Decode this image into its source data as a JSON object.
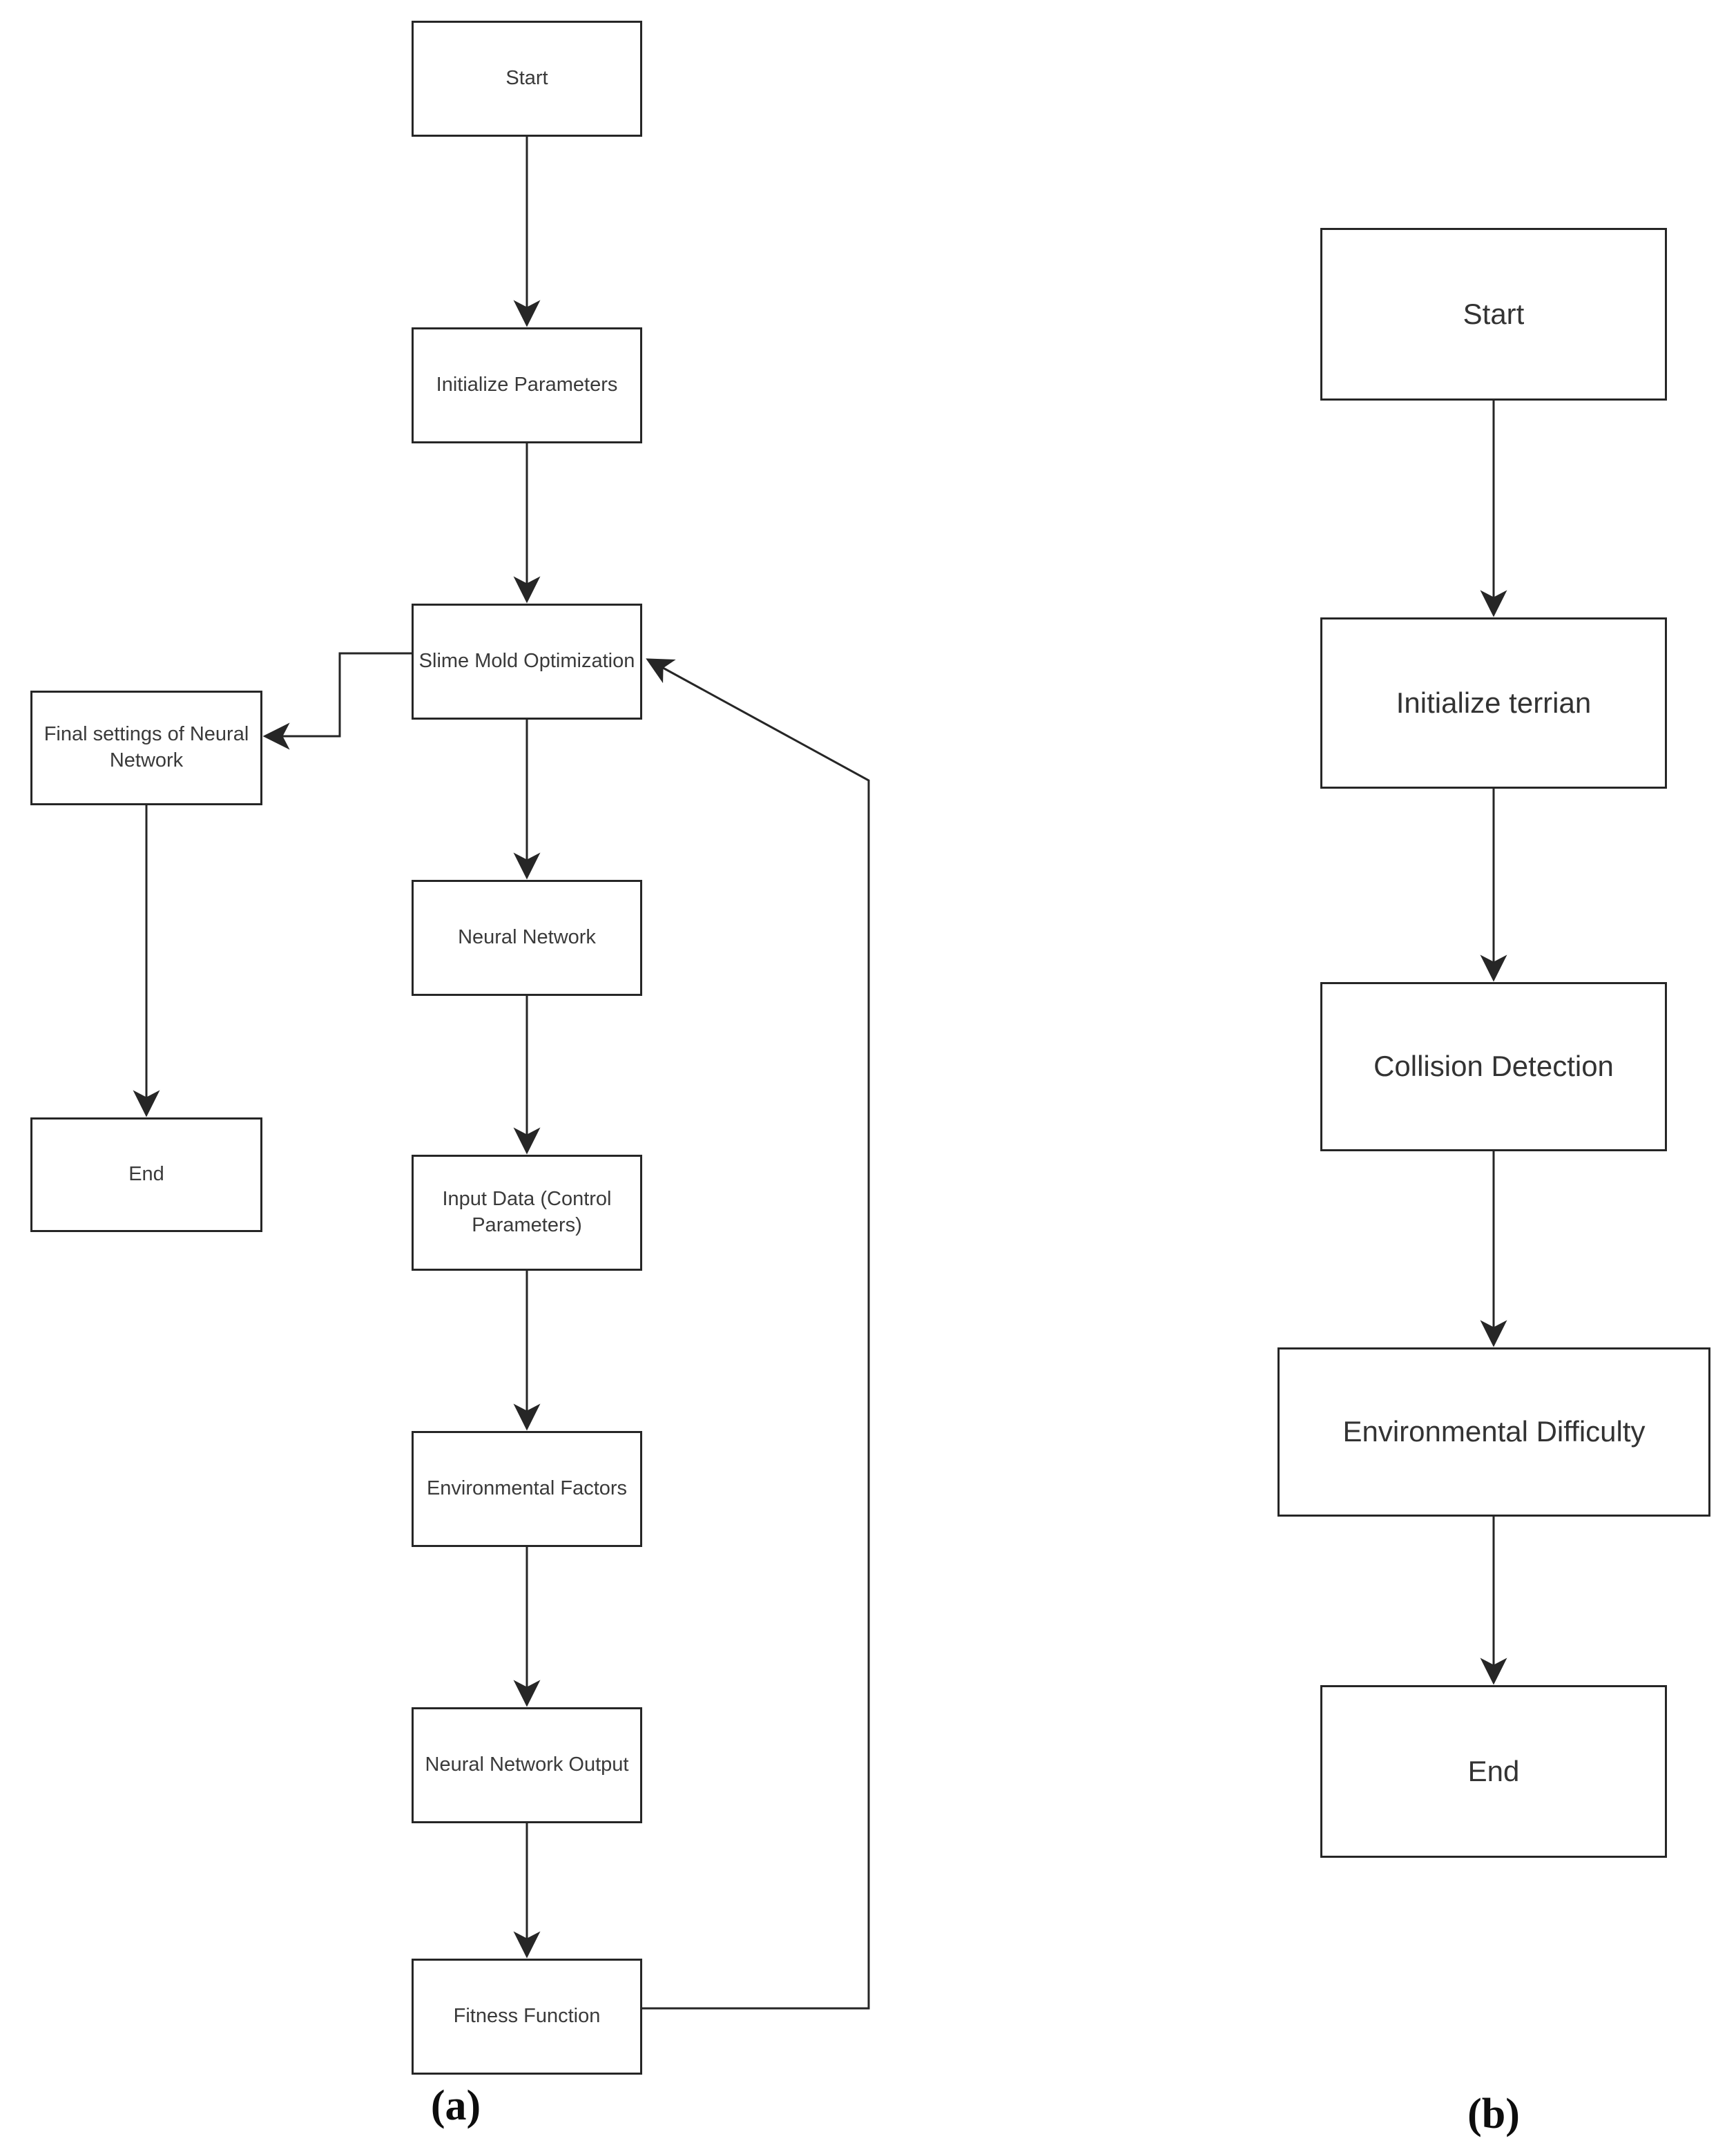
{
  "figure": {
    "background": "#ffffff",
    "line_color": "#262626",
    "text_color": "#3a3a3a",
    "panels": {
      "a": {
        "caption": "(a)",
        "nodes": {
          "start": {
            "label": "Start"
          },
          "initialize_parameters": {
            "label": "Initialize Parameters"
          },
          "slime_mold_optimization": {
            "label": "Slime Mold Optimization"
          },
          "final_settings_of_neural_network": {
            "label": "Final settings of Neural Network"
          },
          "neural_network": {
            "label": "Neural Network"
          },
          "end": {
            "label": "End"
          },
          "input_data_control_parameters": {
            "label": "Input Data (Control Parameters)"
          },
          "environmental_factors": {
            "label": "Environmental Factors"
          },
          "neural_network_output": {
            "label": "Neural Network Output"
          },
          "fitness_function": {
            "label": "Fitness Function"
          }
        },
        "edges": [
          {
            "from": "start",
            "to": "initialize_parameters"
          },
          {
            "from": "initialize_parameters",
            "to": "slime_mold_optimization"
          },
          {
            "from": "slime_mold_optimization",
            "to": "final_settings_of_neural_network"
          },
          {
            "from": "slime_mold_optimization",
            "to": "neural_network"
          },
          {
            "from": "final_settings_of_neural_network",
            "to": "end"
          },
          {
            "from": "neural_network",
            "to": "input_data_control_parameters"
          },
          {
            "from": "input_data_control_parameters",
            "to": "environmental_factors"
          },
          {
            "from": "environmental_factors",
            "to": "neural_network_output"
          },
          {
            "from": "neural_network_output",
            "to": "fitness_function"
          },
          {
            "from": "fitness_function",
            "to": "slime_mold_optimization"
          }
        ]
      },
      "b": {
        "caption": "(b)",
        "nodes": {
          "start": {
            "label": "Start"
          },
          "initialize_terrian": {
            "label": "Initialize terrian"
          },
          "collision_detection": {
            "label": "Collision Detection"
          },
          "environmental_difficulty": {
            "label": "Environmental Difficulty"
          },
          "end": {
            "label": "End"
          }
        },
        "edges": [
          {
            "from": "start",
            "to": "initialize_terrian"
          },
          {
            "from": "initialize_terrian",
            "to": "collision_detection"
          },
          {
            "from": "collision_detection",
            "to": "environmental_difficulty"
          },
          {
            "from": "environmental_difficulty",
            "to": "end"
          }
        ]
      }
    }
  }
}
